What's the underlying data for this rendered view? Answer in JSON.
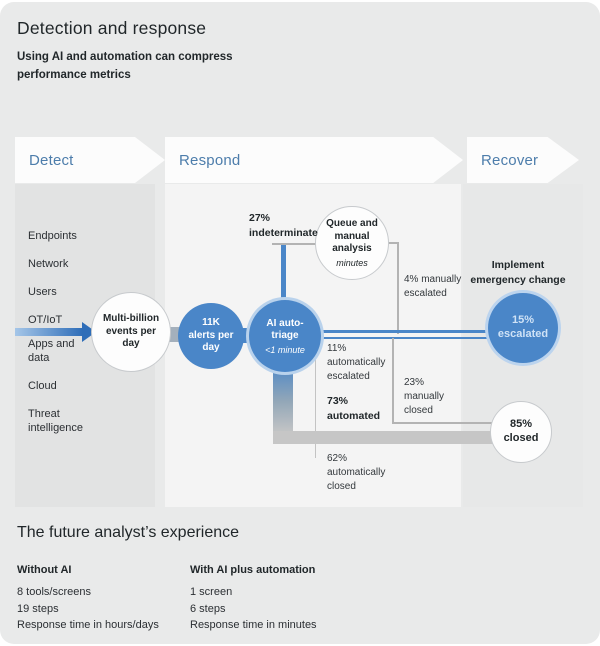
{
  "colors": {
    "accent_blue": "#4a86c8",
    "phase_label_blue": "#4d7dab",
    "line_gray": "#b3b3b3"
  },
  "header": {
    "title": "Detection and response",
    "subtitle": "Using AI and automation can compress performance metrics"
  },
  "phases": {
    "detect": "Detect",
    "respond": "Respond",
    "recover": "Recover"
  },
  "detect_sources": [
    "Endpoints",
    "Network",
    "Users",
    "OT/IoT",
    "Apps and data",
    "Cloud",
    "Threat intelligence"
  ],
  "flow": {
    "events_circle": "Multi-billion events per day",
    "alerts_circle": "11K alerts per day",
    "triage_title": "AI auto-triage",
    "triage_time": "<1 minute",
    "queue_circle": "Queue and manual analysis",
    "queue_time": "minutes",
    "indeterminate_label": "27% indeterminate",
    "manually_escalated_label": "4% manually escalated",
    "auto_escalated_label": "11% automatically escalated",
    "automated_label": "73% automated",
    "manually_closed_label": "23% manually closed",
    "auto_closed_label": "62% automatically closed",
    "implement_label": "Implement emergency change",
    "escalated_circle": "15% escalated",
    "closed_circle": "85% closed"
  },
  "future": {
    "heading": "The future analyst’s experience",
    "columns": [
      {
        "title": "Without AI",
        "items": [
          "8 tools/screens",
          "19 steps",
          "Response time in hours/days"
        ]
      },
      {
        "title": "With AI plus automation",
        "items": [
          "1 screen",
          "6 steps",
          "Response time in minutes"
        ]
      }
    ]
  }
}
